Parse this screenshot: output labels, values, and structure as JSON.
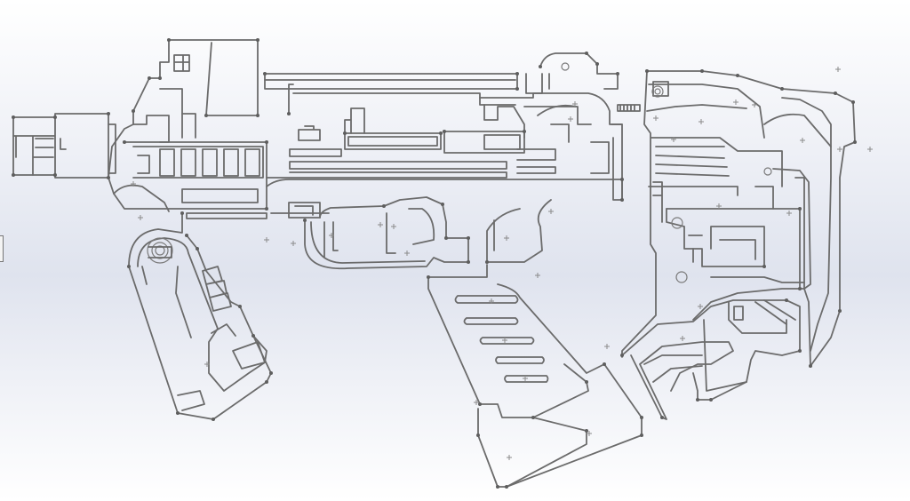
{
  "window": {
    "background_top": "#ffffff",
    "background_mid": "#dfe3ee"
  },
  "sketch": {
    "line_color": "#6b6b6b",
    "point_color": "#5e5e5e",
    "groups": [
      "muzzle",
      "barrel-shroud",
      "receiver",
      "trigger-guard",
      "foregrip",
      "front-grip",
      "rear-grip",
      "stock"
    ]
  }
}
